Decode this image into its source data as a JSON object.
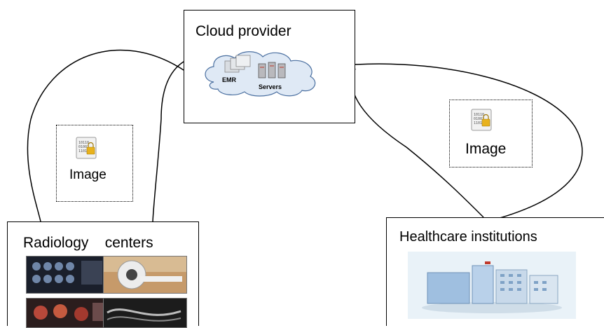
{
  "cloud": {
    "title": "Cloud provider",
    "emr": "EMR",
    "servers": "Servers"
  },
  "image_left": {
    "label": "Image"
  },
  "image_right": {
    "label": "Image"
  },
  "radiology": {
    "title": "Radiology    centers"
  },
  "healthcare": {
    "title": "Healthcare institutions"
  },
  "colors": {
    "cloud_fill": "#dfe9f5",
    "building": "#9fbfe0",
    "lock": "#e8b21d"
  }
}
